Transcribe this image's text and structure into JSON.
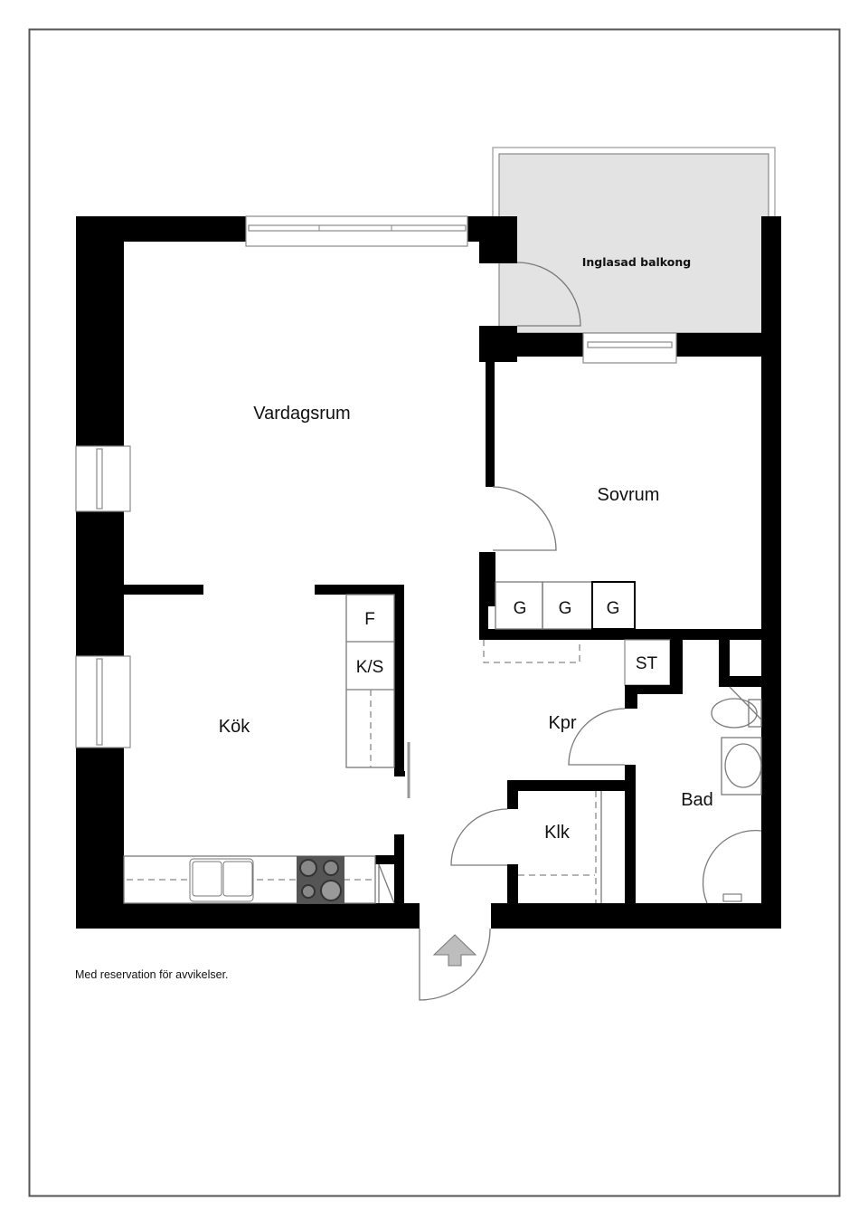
{
  "rooms": {
    "vardagsrum": "Vardagsrum",
    "sovrum": "Sovrum",
    "kok": "Kök",
    "kpr": "Kpr",
    "bad": "Bad",
    "klk": "Klk",
    "balkong": "Inglasad balkong"
  },
  "fixtures": {
    "wardrobe_1": "G",
    "wardrobe_2": "G",
    "wardrobe_3": "G",
    "storage": "ST",
    "fridge": "F",
    "fridge_freezer": "K/S"
  },
  "footer": {
    "disclaimer": "Med reservation för avvikelser."
  },
  "icons": {
    "entrance": "entrance-arrow-icon"
  },
  "colors": {
    "wall": "#000000",
    "balcony_fill": "#e3e3e3",
    "stove": "#555555",
    "frame": "#555555"
  }
}
